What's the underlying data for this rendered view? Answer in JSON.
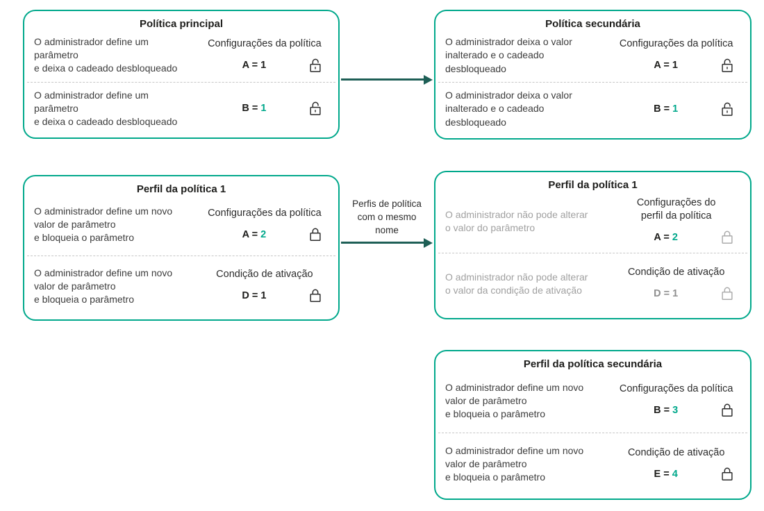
{
  "colors": {
    "box_border_teal": "#00a88b",
    "arrow_dark_teal": "#1e5f56",
    "value_teal": "#00a88b",
    "muted_gray": "#a0a0a0",
    "text_black": "#1d1d1b"
  },
  "arrows": {
    "top": {
      "label": ""
    },
    "middle": {
      "label": "Perfis de política\ncom o mesmo\nnome"
    }
  },
  "boxes": {
    "main_policy": {
      "title": "Política principal",
      "rows": [
        {
          "desc": "O administrador define um\nparâmetro\ne deixa o cadeado desbloqueado",
          "header": "Configurações da política",
          "label": "A =",
          "value": "1",
          "lock": "unlocked"
        },
        {
          "desc": "O administrador define um\nparâmetro\ne deixa o cadeado desbloqueado",
          "label": "B =",
          "value": "1",
          "lock": "unlocked"
        }
      ]
    },
    "secondary_policy": {
      "title": "Política secundária",
      "rows": [
        {
          "desc": "O administrador deixa o valor\ninalterado e o cadeado\ndesbloqueado",
          "header": "Configurações da política",
          "label": "A =",
          "value": "1",
          "lock": "unlocked"
        },
        {
          "desc": "O administrador deixa o valor\ninalterado e o cadeado\ndesbloqueado",
          "label": "B =",
          "value": "1",
          "lock": "unlocked"
        }
      ]
    },
    "policy_profile_1": {
      "title": "Perfil da política 1",
      "rows": [
        {
          "desc": "O administrador define um novo\nvalor de parâmetro\ne bloqueia o parâmetro",
          "header": "Configurações da política",
          "label": "A =",
          "value": "2",
          "lock": "locked"
        },
        {
          "desc": "O administrador define um novo\nvalor de parâmetro\ne bloqueia o parâmetro",
          "header": "Condição de ativação",
          "label": "D =",
          "value": "1",
          "lock": "locked"
        }
      ]
    },
    "policy_profile_1_on_secondary": {
      "title": "Perfil da política 1",
      "rows": [
        {
          "desc": "O administrador não pode alterar\no valor do parâmetro",
          "header": "Configurações do\nperfil da política",
          "label": "A =",
          "value": "2",
          "lock": "locked"
        },
        {
          "desc": "O administrador não pode alterar\no valor da condição de ativação",
          "header": "Condição de ativação",
          "label": "D =",
          "value": "1",
          "lock": "locked"
        }
      ]
    },
    "secondary_policy_profile": {
      "title": "Perfil da política secundária",
      "rows": [
        {
          "desc": "O administrador define um novo\nvalor de parâmetro\ne bloqueia o parâmetro",
          "header": "Configurações da política",
          "label": "B =",
          "value": "3",
          "lock": "locked"
        },
        {
          "desc": "O administrador define um novo\nvalor de parâmetro\ne bloqueia o parâmetro",
          "header": "Condição de ativação",
          "label": "E =",
          "value": "4",
          "lock": "locked"
        }
      ]
    }
  }
}
